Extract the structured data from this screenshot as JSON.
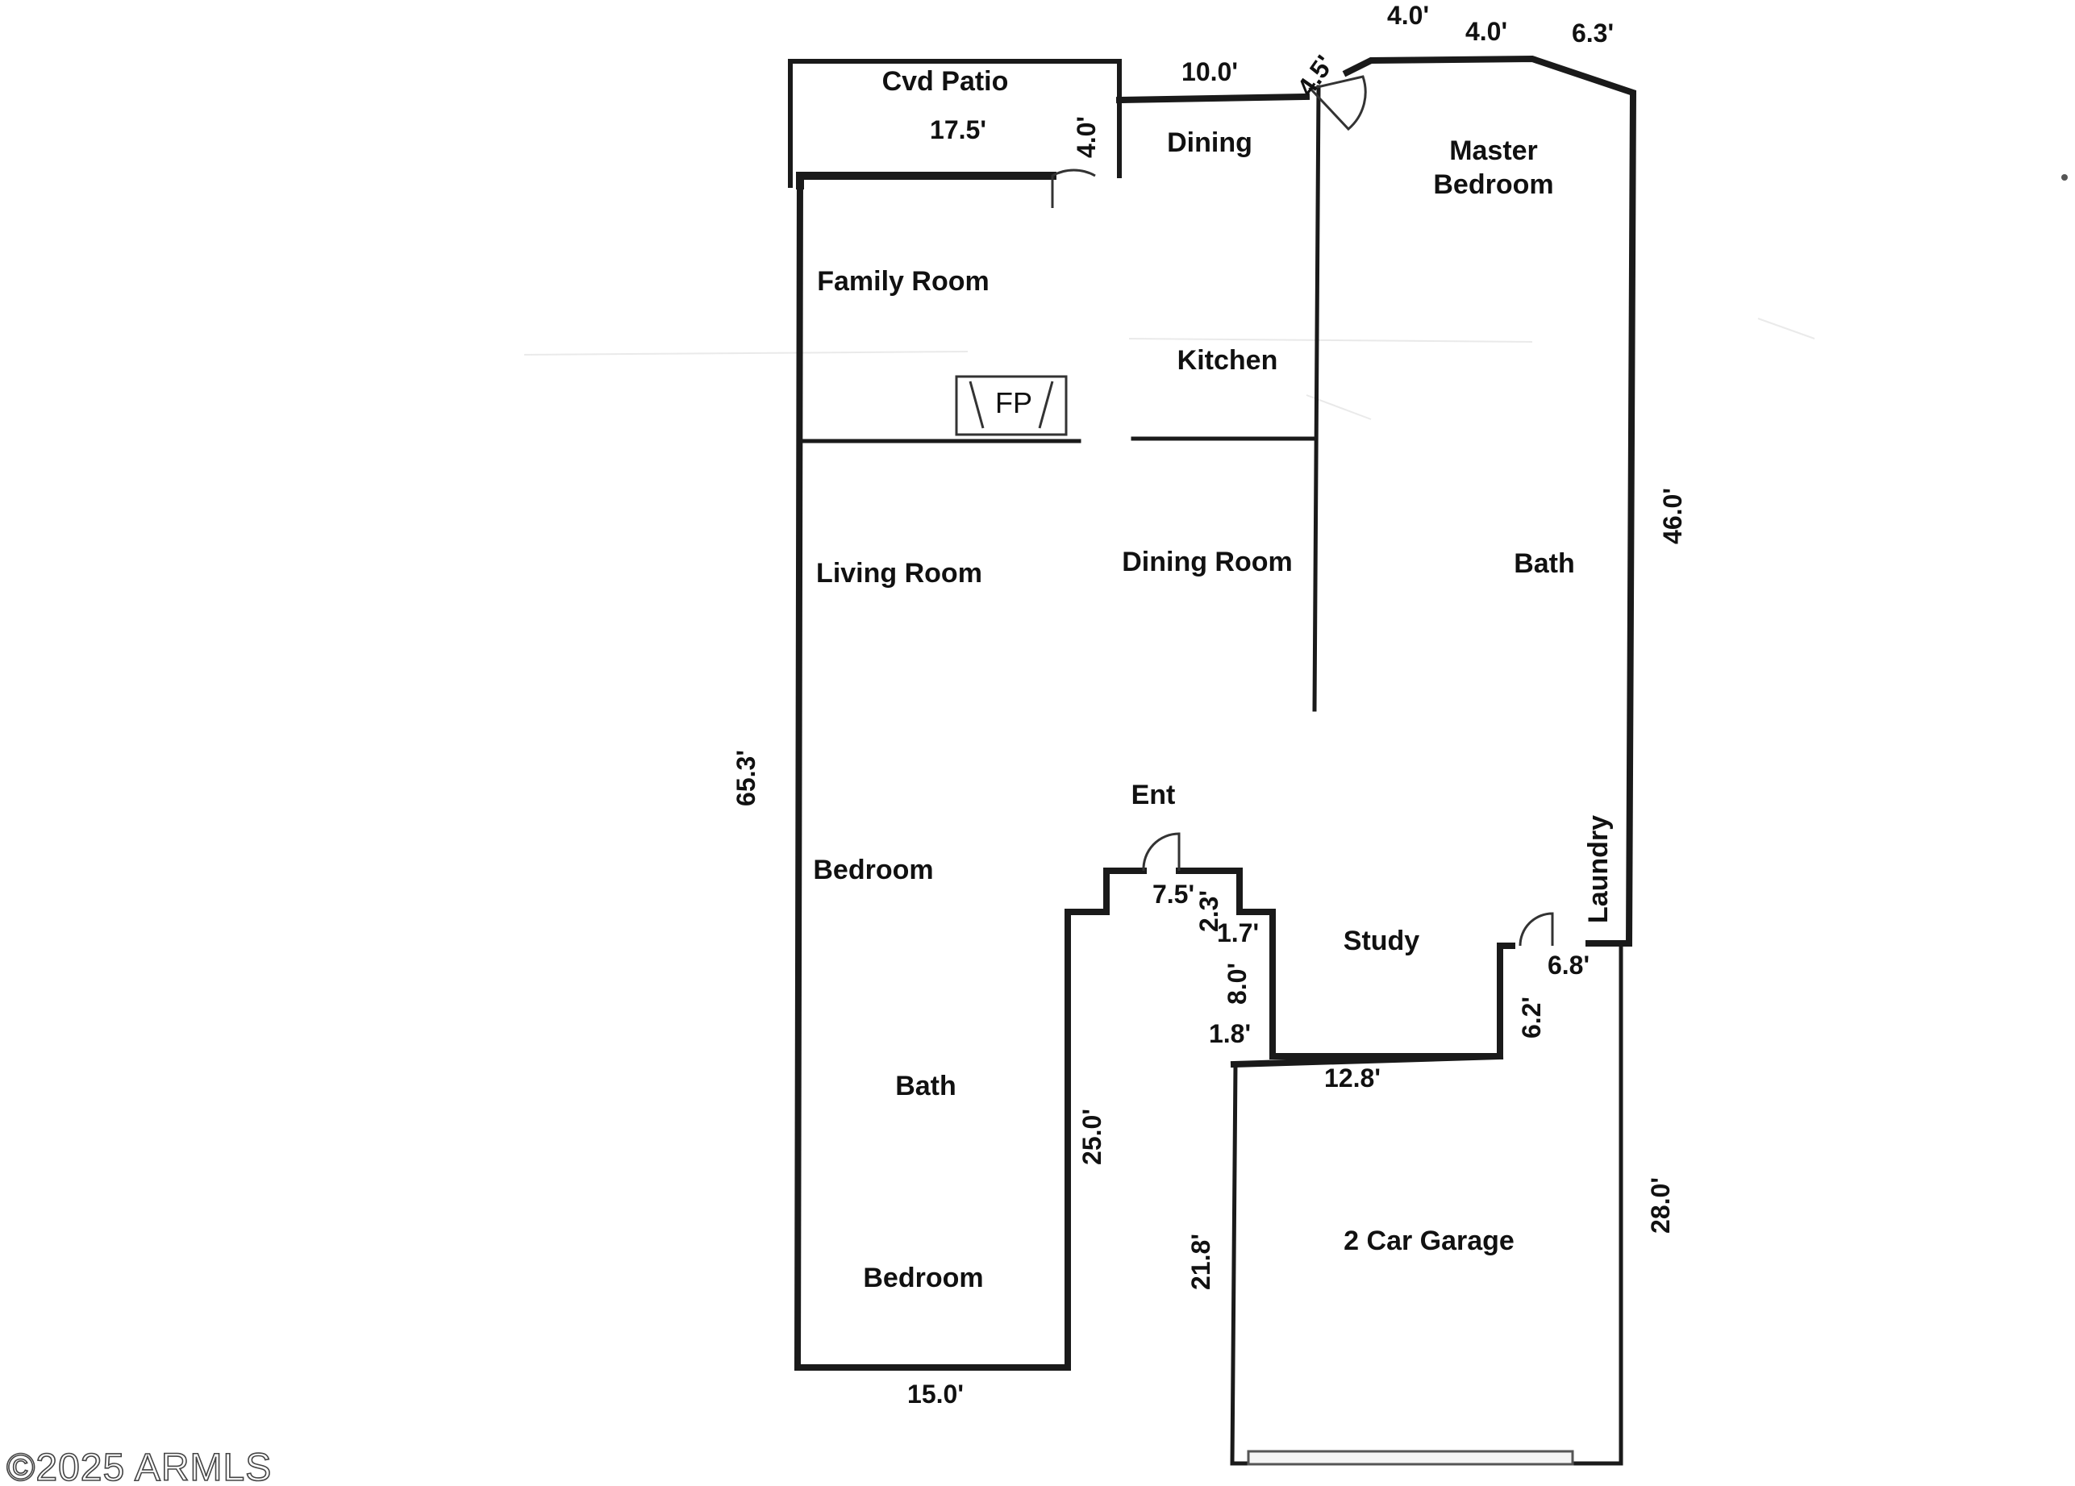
{
  "rooms": {
    "cvd_patio": "Cvd Patio",
    "dining": "Dining",
    "master_bedroom_1": "Master",
    "master_bedroom_2": "Bedroom",
    "family_room": "Family Room",
    "kitchen": "Kitchen",
    "fireplace": "FP",
    "living_room": "Living Room",
    "dining_room": "Dining Room",
    "master_bath": "Bath",
    "entry": "Ent",
    "laundry": "Laundry",
    "bedroom_upper": "Bedroom",
    "study": "Study",
    "bath_lower": "Bath",
    "garage": "2 Car Garage",
    "bedroom_lower": "Bedroom"
  },
  "dimensions": {
    "top_4_0_a": "4.0'",
    "top_4_0_b": "4.0'",
    "top_6_3": "6.3'",
    "patio_width": "17.5'",
    "patio_depth": "4.0'",
    "dining_top": "10.0'",
    "corner_4_5": "4.5'",
    "right_46_0": "46.0'",
    "left_65_3": "65.3'",
    "ent_7_5": "7.5'",
    "ent_2_3": "2.3'",
    "ent_1_7": "1.7'",
    "ent_8_0": "8.0'",
    "ent_1_8": "1.8'",
    "study_12_8": "12.8'",
    "laundry_6_8": "6.8'",
    "laundry_6_2": "6.2'",
    "bedroom_wing_25_0": "25.0'",
    "bottom_15_0": "15.0'",
    "garage_21_8": "21.8'",
    "garage_28_0": "28.0'"
  },
  "watermark": "©2025 ARMLS"
}
